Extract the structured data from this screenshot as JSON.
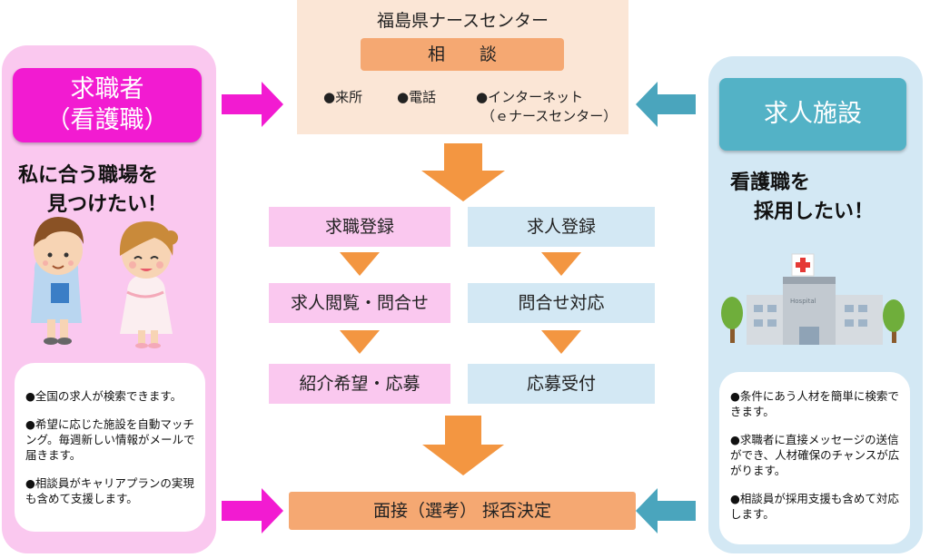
{
  "center": {
    "title": "福島県ナースセンター",
    "consult": "相　　談",
    "methods": [
      "●来所",
      "●電話",
      "●インターネット"
    ],
    "method_sub": "（ｅナースセンター）"
  },
  "left": {
    "title_line1": "求職者",
    "title_line2": "（看護職）",
    "tagline_line1": "私に合う職場を",
    "tagline_line2": "見つけたい！",
    "info": [
      "●全国の求人が検索できます。",
      "●希望に応じた施設を自動マッチング。毎週新しい情報がメールで届きます。",
      "●相談員がキャリアプランの実現も含めて支援します。"
    ]
  },
  "right": {
    "title": "求人施設",
    "tagline_line1": "看護職を",
    "tagline_line2": "採用したい！",
    "hospital_sign": "Hospital",
    "info": [
      "●条件にあう人材を簡単に検索できます。",
      "●求職者に直接メッセージの送信ができ、人材確保のチャンスが広がります。",
      "●相談員が採用支援も含めて対応します。"
    ]
  },
  "flow": {
    "left_steps": [
      "求職登録",
      "求人閲覧・問合せ",
      "紹介希望・応募"
    ],
    "right_steps": [
      "求人登録",
      "問合せ対応",
      "応募受付"
    ],
    "final": "面接（選考） 採否決定"
  },
  "colors": {
    "seeker_accent": "#f21bd1",
    "seeker_light": "#fac8ef",
    "facility_accent": "#53b2c6",
    "facility_light": "#d3e8f4",
    "center_light": "#fbe6d6",
    "orange": "#f5a872",
    "orange_arrow": "#f39641",
    "magenta_arrow": "#f21bd1",
    "teal_arrow": "#4aa5bd"
  }
}
